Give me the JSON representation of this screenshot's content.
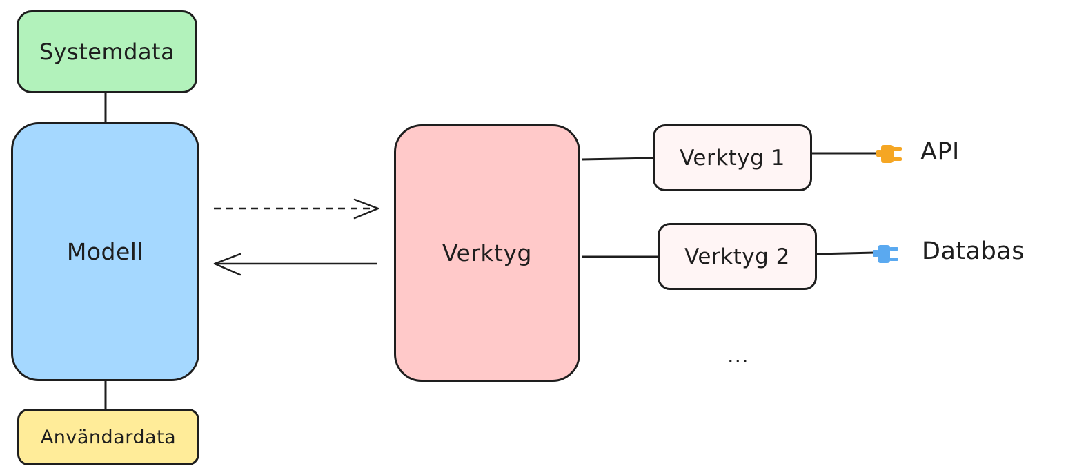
{
  "colors": {
    "stroke": "#1e1e1e",
    "systemdata_fill": "#b2f2bb",
    "modell_fill": "#a5d8ff",
    "anvandardata_fill": "#ffec99",
    "verktyg_fill": "#ffc9c9",
    "tool_fill": "#fff5f5",
    "api_plug": "#f5a623",
    "databas_plug": "#5aa9f0"
  },
  "nodes": {
    "systemdata": "Systemdata",
    "modell": "Modell",
    "anvandardata": "Användardata",
    "verktyg": "Verktyg",
    "verktyg1": "Verktyg 1",
    "verktyg2": "Verktyg 2"
  },
  "endpoints": {
    "api": {
      "label": "API",
      "icon": "plug-icon"
    },
    "databas": {
      "label": "Databas",
      "icon": "plug-icon"
    }
  },
  "ellipsis": "..."
}
